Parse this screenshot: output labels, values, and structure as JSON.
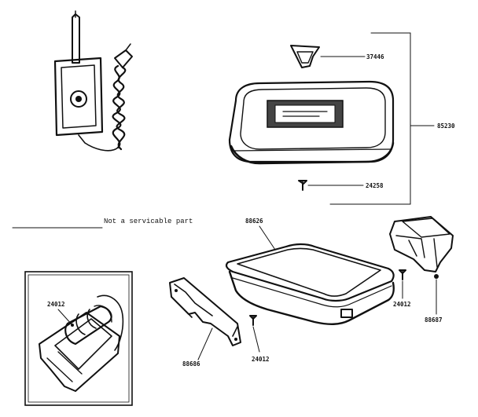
{
  "labels": {
    "knob": "37446",
    "cover": "85230",
    "screw": "24258",
    "pan": "88626",
    "pan_note": "Not a servicable part",
    "hinge_right_screw": "24012",
    "hinge_right": "88687",
    "hinge_left_screw": "24012",
    "hinge_left": "88686",
    "inset_screw": "24012"
  }
}
